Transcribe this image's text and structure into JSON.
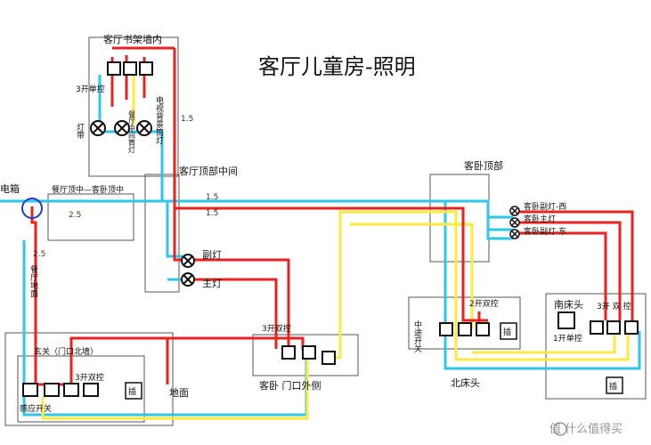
{
  "title": "客厅儿童房-照明",
  "labels": {
    "bookshelf_wall": "客厅书架墙内",
    "switch_3gang_single": "3开单控",
    "lamp_strip": "灯带",
    "lamp_dining_middle": "餐厅中间筒灯",
    "lamp_tv_wall": "电视背景筒灯",
    "living_ceiling_middle": "客厅顶部中间",
    "elec_box": "电箱",
    "dining_to_bedroom": "餐厅顶中—客卧顶中",
    "dining_floor": "餐厅地面",
    "secondary_lamp": "副灯",
    "main_lamp": "主灯",
    "bedroom_ceiling": "客卧顶部",
    "bedroom_sub_west": "客卧副灯-西",
    "bedroom_main": "客卧主灯",
    "bedroom_sub_east": "客卧副灯-东",
    "two_way_2": "2开双控",
    "midway_switch": "中途开关",
    "socket": "插",
    "south_bedhead": "南床头",
    "three_gang_two_way_r": "3开 双 控",
    "one_gang_single": "1开单控",
    "north_bedhead": "北床头",
    "three_gang_two_way": "3开双控",
    "bedroom_door_outside": "客卧 门口外侧",
    "entrance": "玄关（门口北墙）",
    "three_gang_two_way_e": "3开双控",
    "sensor_switch": "感应开关",
    "floor": "地面",
    "gauge_15": "1.5",
    "gauge_25": "2.5"
  },
  "watermark": "值 什么值得买",
  "colors": {
    "red": "#e8231f",
    "cyan": "#30c6e8",
    "yellow": "#ffea3c",
    "box": "#555555"
  }
}
